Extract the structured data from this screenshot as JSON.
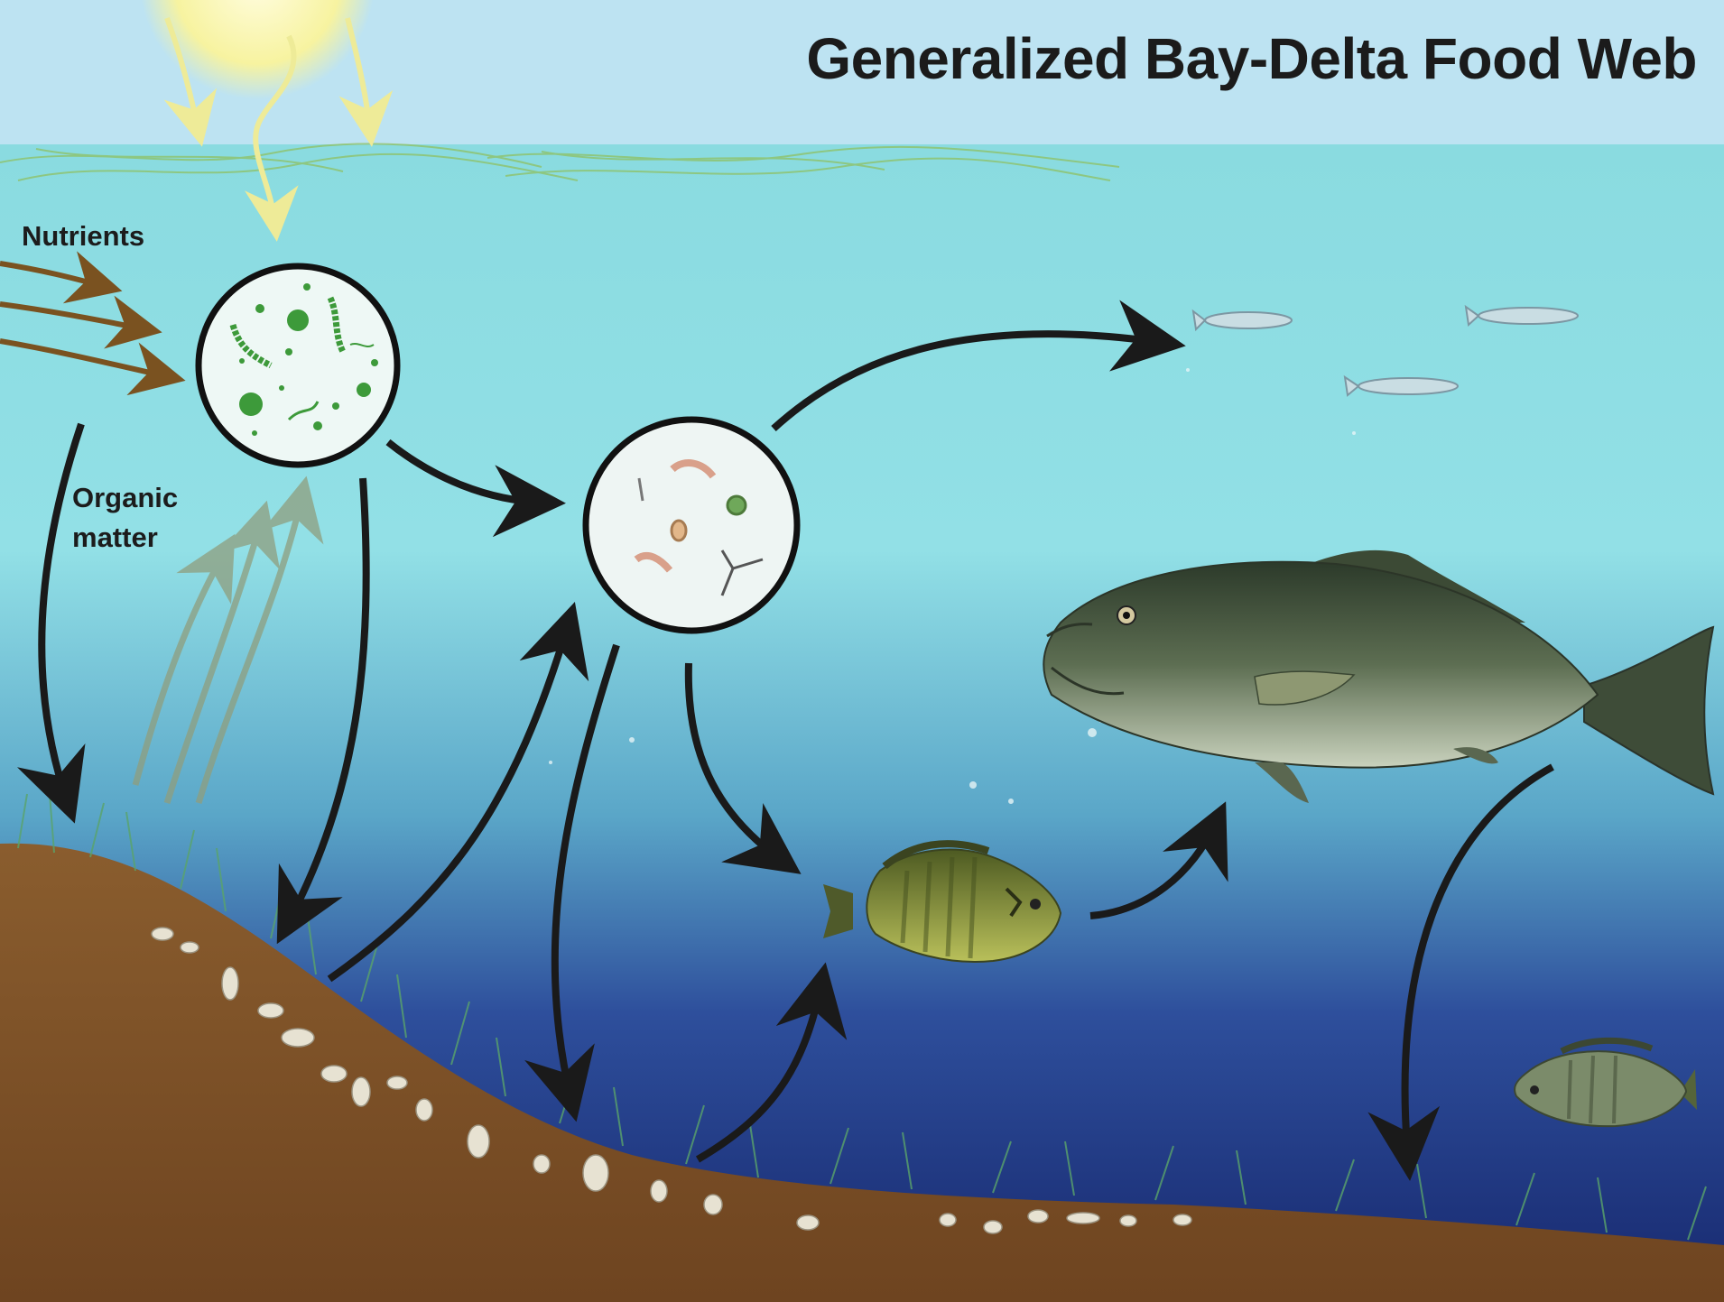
{
  "title": "Generalized Bay-Delta Food Web",
  "labels": {
    "nutrients": "Nutrients",
    "organic_matter_line1": "Organic",
    "organic_matter_line2": "matter"
  },
  "colors": {
    "sky": "#bde3f2",
    "water_top": "#8fdfe4",
    "water_deep": "#1c2e7a",
    "sediment": "#8a5a2a",
    "nutrient_arrow": "#7a5220",
    "flow_arrow": "#1a1a1a",
    "sunlight": "#f2ef9a"
  },
  "nodes": [
    {
      "id": "phytoplankton",
      "icon": "phytoplankton-icon"
    },
    {
      "id": "zooplankton",
      "icon": "zooplankton-icon"
    },
    {
      "id": "small-fish-school",
      "icon": "small-fish-icon"
    },
    {
      "id": "largemouth-bass",
      "icon": "bass-icon"
    },
    {
      "id": "sunfish",
      "icon": "sunfish-icon"
    },
    {
      "id": "benthic-clams",
      "icon": "clam-icon"
    }
  ]
}
